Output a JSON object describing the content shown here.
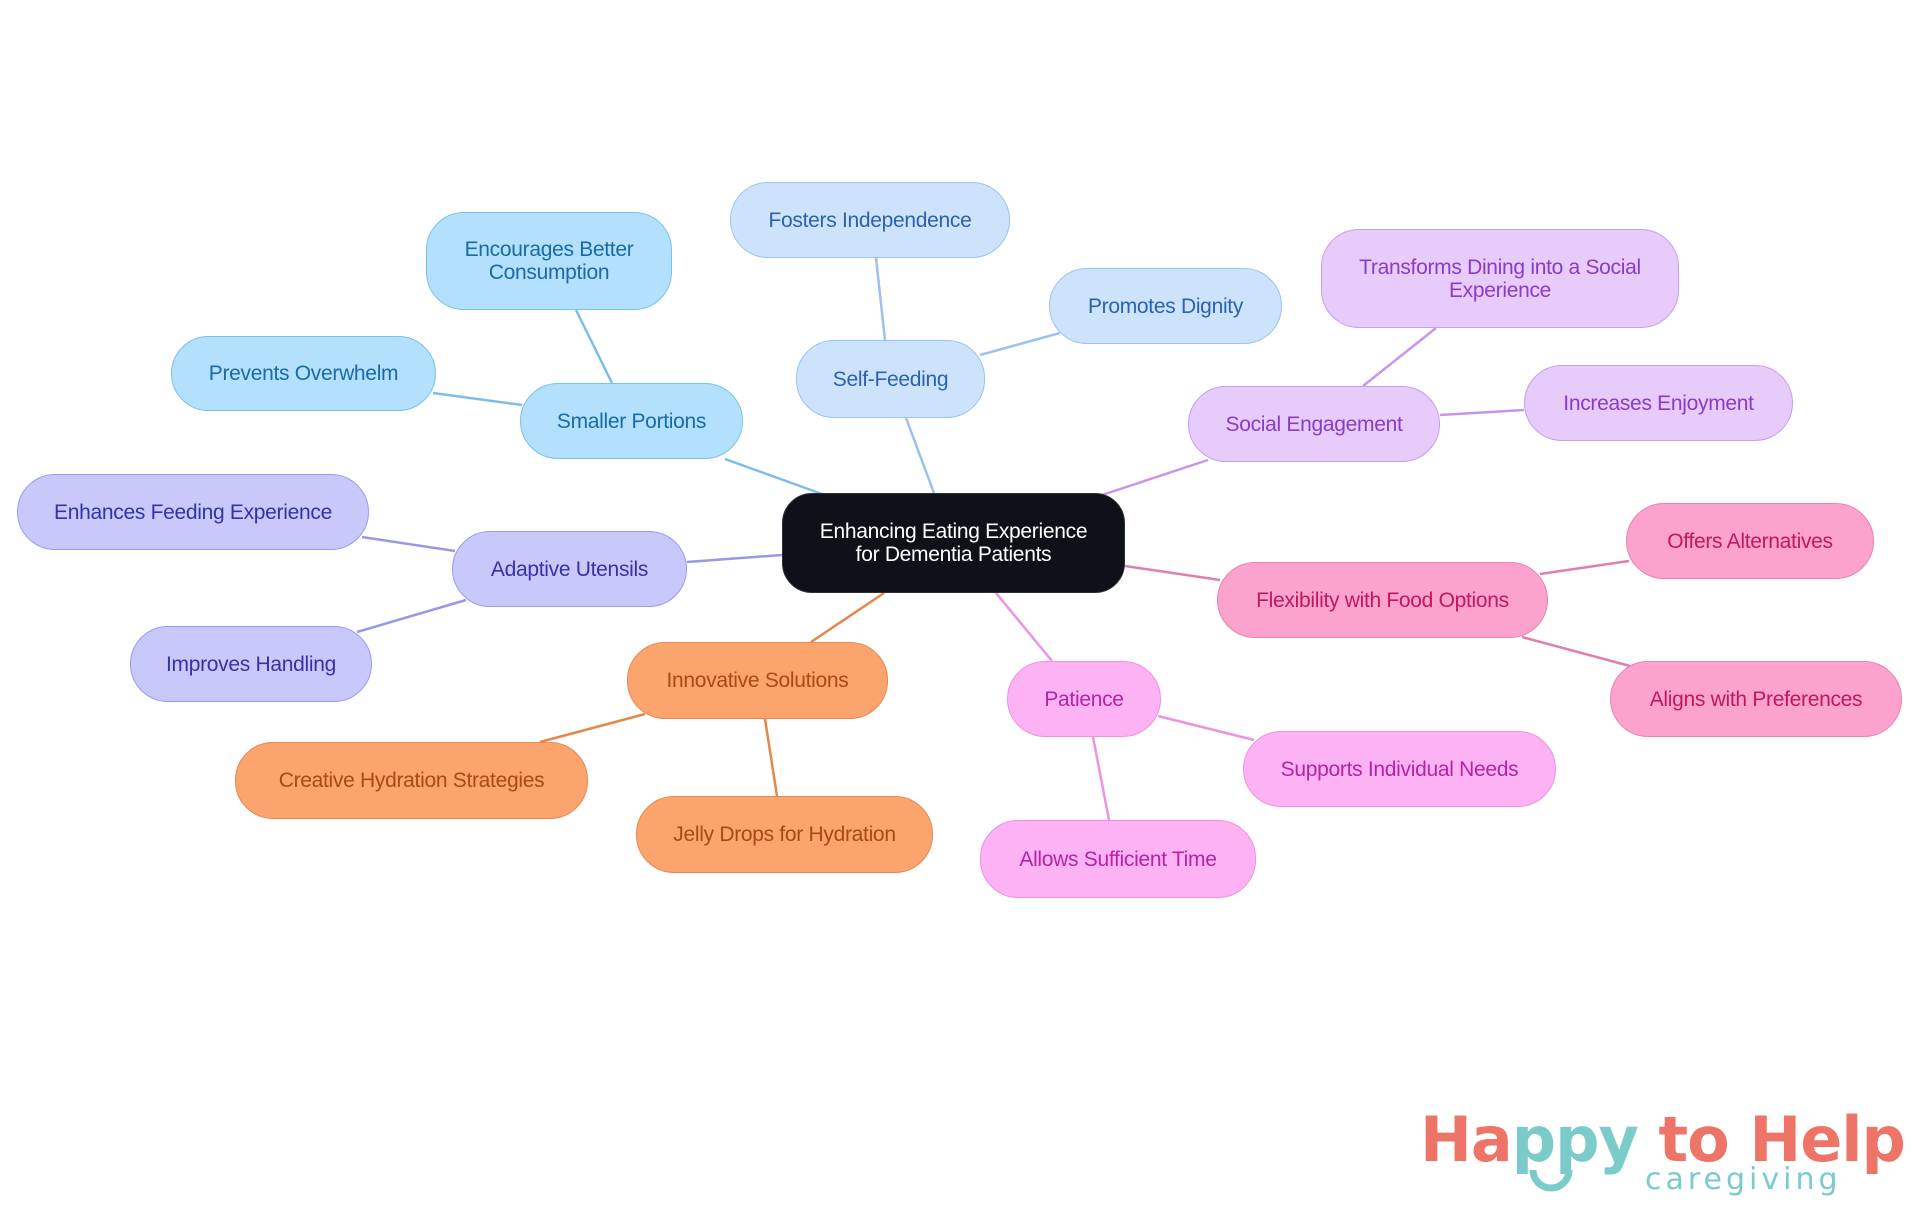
{
  "title": "Enhancing Eating Experience for Dementia Patients",
  "root": {
    "label": "Enhancing Eating Experience for Dementia Patients",
    "line1": "Enhancing Eating Experience",
    "line2": "for Dementia Patients",
    "bg": "#0e1117",
    "text_color": "#ffffff"
  },
  "branches": [
    {
      "label": "Smaller Portions",
      "colors": {
        "fill": "#b3e0fd",
        "border": "#7cc0ea",
        "text": "#1a6aa8",
        "edge": "#7cbfe6"
      },
      "children": [
        {
          "label": "Encourages Better Consumption",
          "line1": "Encourages Better",
          "line2": "Consumption"
        },
        {
          "label": "Prevents Overwhelm"
        }
      ]
    },
    {
      "label": "Self-Feeding",
      "colors": {
        "fill": "#cde3fb",
        "border": "#9ec3ec",
        "text": "#2a62b0",
        "edge": "#9cc2ea"
      },
      "children": [
        {
          "label": "Fosters Independence"
        },
        {
          "label": "Promotes Dignity"
        }
      ]
    },
    {
      "label": "Social Engagement",
      "colors": {
        "fill": "#e6cbfb",
        "border": "#c79ef0",
        "text": "#8a3bc8",
        "edge": "#c796ec"
      },
      "children": [
        {
          "label": "Transforms Dining into a Social Experience",
          "line1": "Transforms Dining into a Social",
          "line2": "Experience"
        },
        {
          "label": "Increases Enjoyment"
        }
      ]
    },
    {
      "label": "Flexibility with Food Options",
      "colors": {
        "fill": "#fba3cc",
        "border": "#e884b4",
        "text": "#c2185b",
        "edge": "#e07fae"
      },
      "children": [
        {
          "label": "Offers Alternatives"
        },
        {
          "label": "Aligns with Preferences"
        }
      ]
    },
    {
      "label": "Patience",
      "colors": {
        "fill": "#fdb3f3",
        "border": "#ee92e0",
        "text": "#b523a4",
        "edge": "#ec94de"
      },
      "children": [
        {
          "label": "Supports Individual Needs"
        },
        {
          "label": "Allows Sufficient Time"
        }
      ]
    },
    {
      "label": "Innovative Solutions",
      "colors": {
        "fill": "#fca46e",
        "border": "#e48a52",
        "text": "#a84a12",
        "edge": "#e6864a"
      },
      "children": [
        {
          "label": "Creative Hydration Strategies"
        },
        {
          "label": "Jelly Drops for Hydration"
        }
      ]
    },
    {
      "label": "Adaptive Utensils",
      "colors": {
        "fill": "#c9c8fb",
        "border": "#9d9bea",
        "text": "#3333a8",
        "edge": "#9a97e6"
      },
      "children": [
        {
          "label": "Enhances Feeding Experience"
        },
        {
          "label": "Improves Handling"
        }
      ]
    }
  ],
  "logo": {
    "word1_a": "Ha",
    "word1_b": "ppy",
    "word2": " to Help",
    "tagline": "caregiving",
    "primary_color": "#ef7468",
    "accent_color": "#7ccbcb"
  }
}
